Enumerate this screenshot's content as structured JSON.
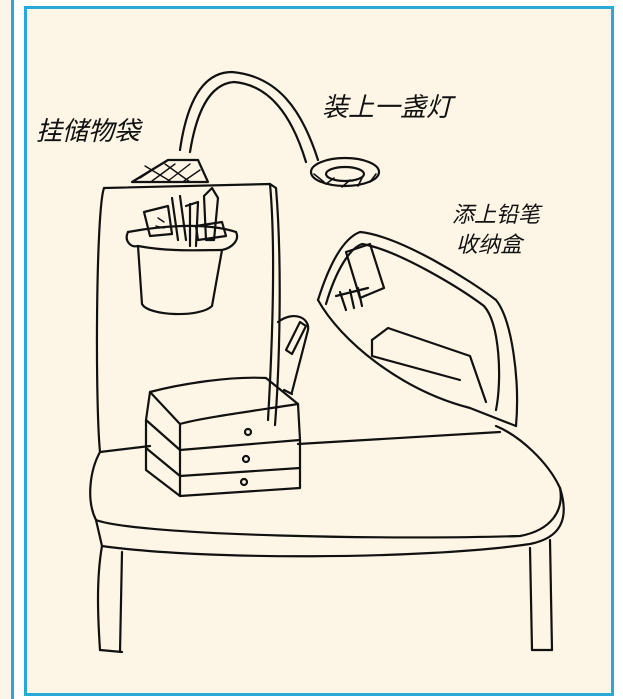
{
  "annotations": {
    "storage_bag": "挂储物袋",
    "lamp": "装上一盏灯",
    "pencil_box_line1": "添上铅笔",
    "pencil_box_line2": "收纳盒"
  },
  "colors": {
    "frame_border": "#2aa8d8",
    "paper": "#fdf6e6",
    "ink": "#111111"
  }
}
